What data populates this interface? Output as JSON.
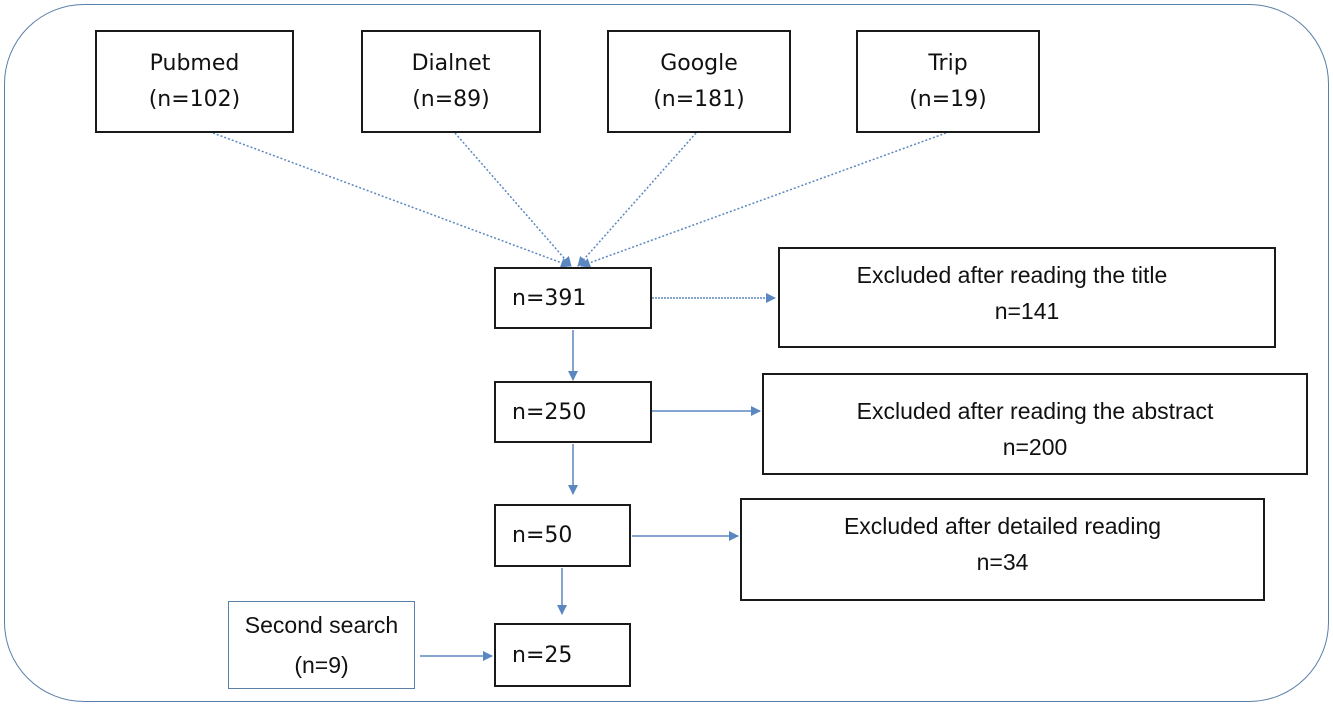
{
  "sources": [
    {
      "name": "Pubmed",
      "count": "(n=102)"
    },
    {
      "name": "Dialnet",
      "count": "(n=89)"
    },
    {
      "name": "Google",
      "count": "(n=181)"
    },
    {
      "name": "Trip",
      "count": "(n=19)"
    }
  ],
  "stages": [
    "n=391",
    "n=250",
    "n=50",
    "n=25"
  ],
  "exclusions": [
    {
      "label": "Excluded after reading the title",
      "count": "n=141"
    },
    {
      "label": "Excluded after reading the abstract",
      "count": "n=200"
    },
    {
      "label": "Excluded after detailed reading",
      "count": "n=34"
    }
  ],
  "second_search": {
    "label": "Second search",
    "count": "(n=9)"
  },
  "colors": {
    "arrow": "#5b87c0",
    "frame": "#5a7fa8",
    "box_border": "#1a1a1a"
  }
}
